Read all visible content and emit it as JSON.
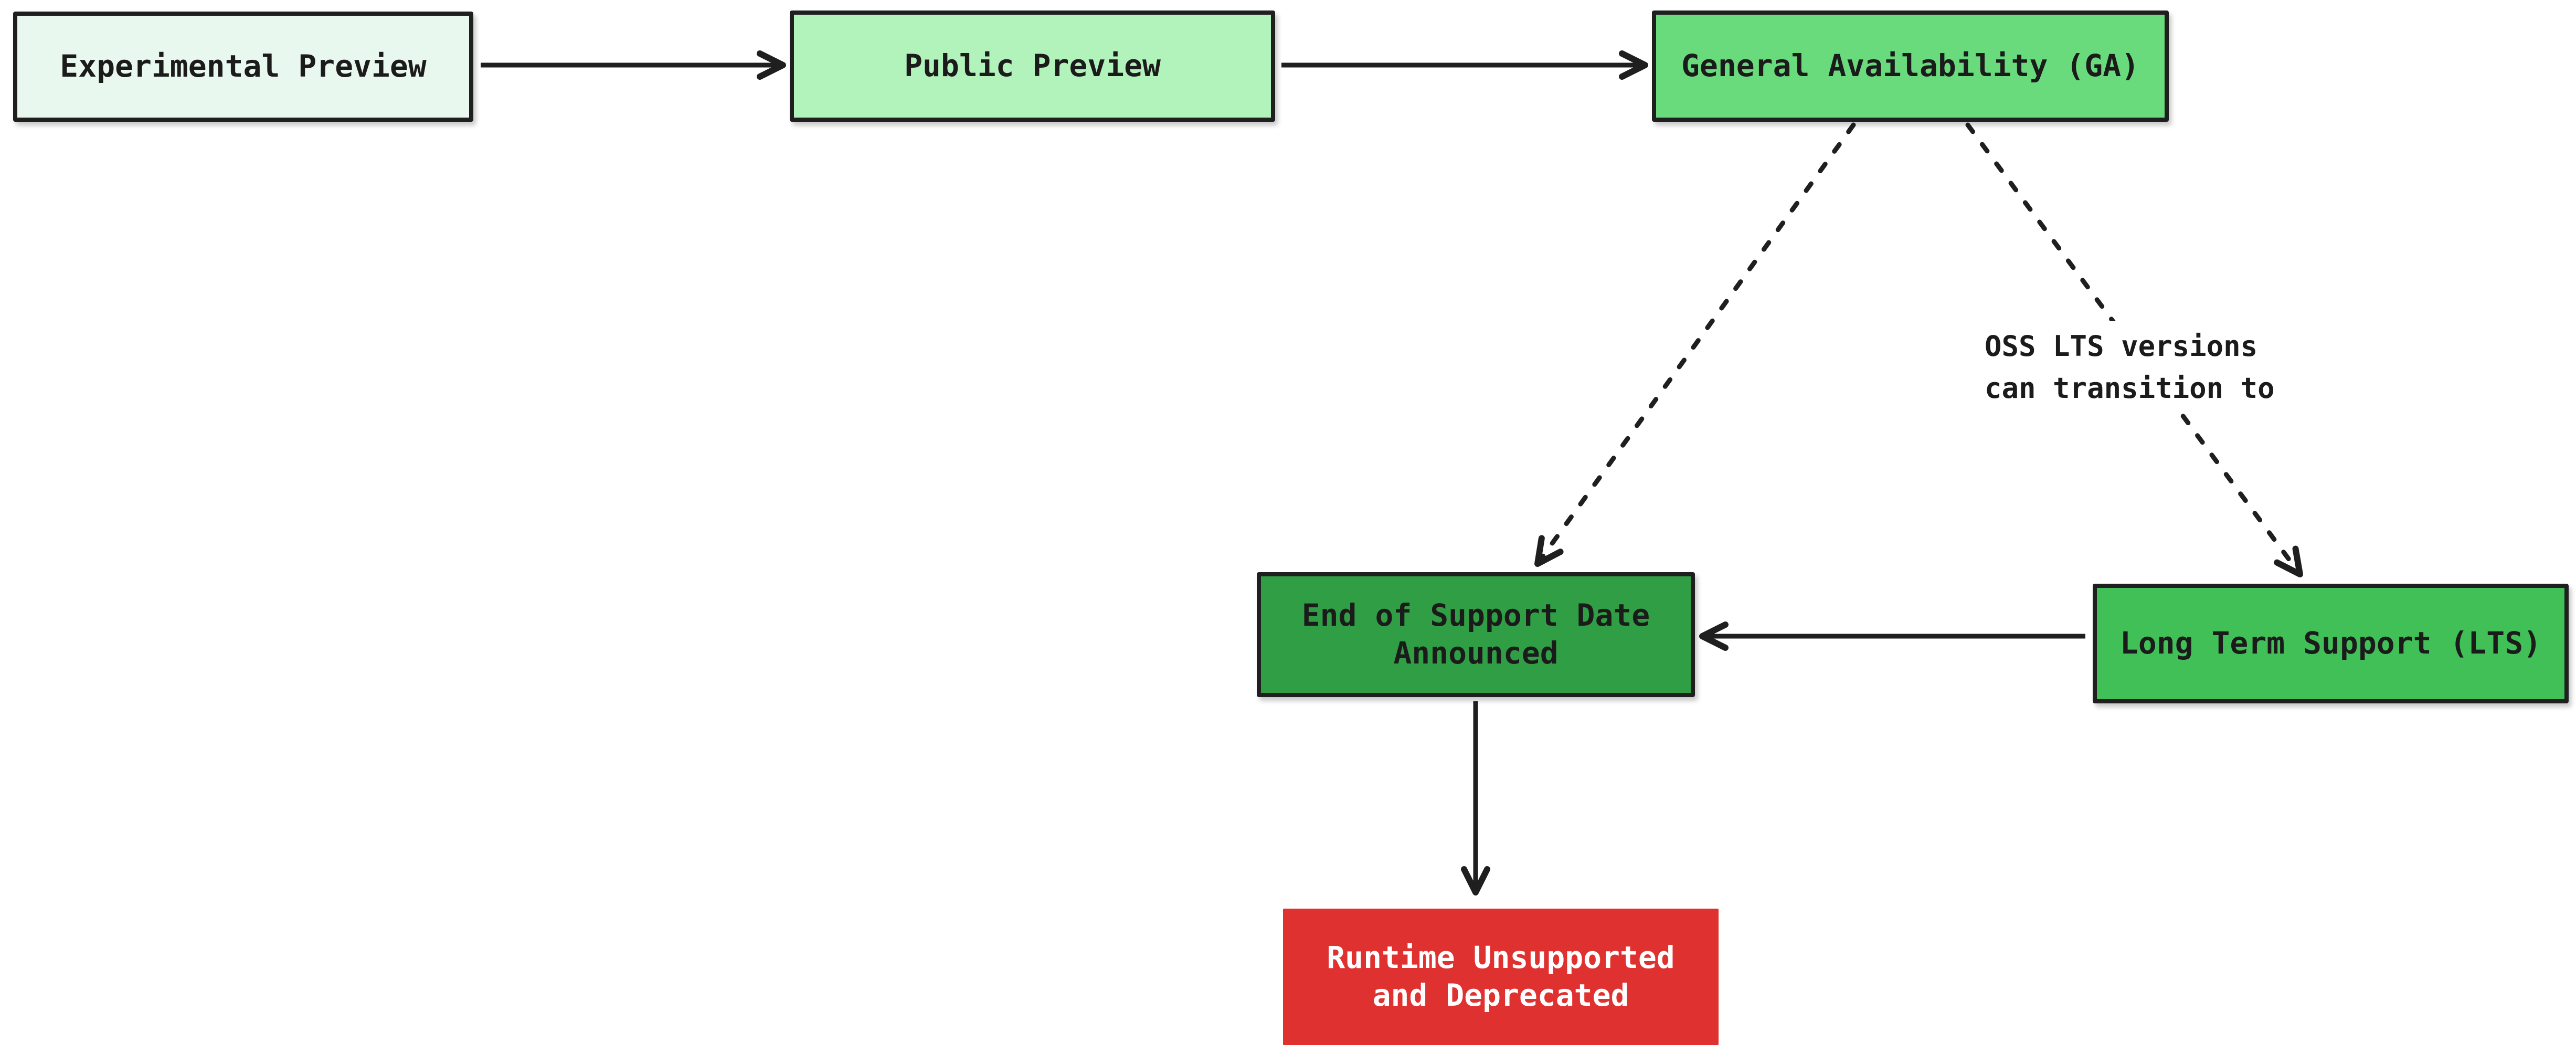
{
  "diagram": {
    "type": "flowchart",
    "background_color": "#ffffff",
    "line_color": "#1f1f1f",
    "nodes": [
      {
        "id": "experimental",
        "label": "Experimental Preview",
        "fill": "#e9f8ee",
        "text_color": "#1b1b1b"
      },
      {
        "id": "public",
        "label": "Public Preview",
        "fill": "#b2f2bb",
        "text_color": "#1b1b1b"
      },
      {
        "id": "ga",
        "label": "General Availability (GA)",
        "fill": "#69db7c",
        "text_color": "#1b1b1b"
      },
      {
        "id": "eos",
        "label": "End of Support Date\nAnnounced",
        "fill": "#2f9e44",
        "text_color": "#1b1b1b"
      },
      {
        "id": "lts",
        "label": "Long Term Support (LTS)",
        "fill": "#40c057",
        "text_color": "#1b1b1b"
      },
      {
        "id": "runtime",
        "label": "Runtime Unsupported\nand Deprecated",
        "fill": "#e03131",
        "text_color": "#ffffff"
      }
    ],
    "edges": [
      {
        "from": "experimental",
        "to": "public",
        "style": "solid",
        "label": ""
      },
      {
        "from": "public",
        "to": "ga",
        "style": "solid",
        "label": ""
      },
      {
        "from": "ga",
        "to": "eos",
        "style": "dashed",
        "label": ""
      },
      {
        "from": "ga",
        "to": "lts",
        "style": "dashed",
        "label": "OSS LTS versions\ncan transition to"
      },
      {
        "from": "lts",
        "to": "eos",
        "style": "solid",
        "label": ""
      },
      {
        "from": "eos",
        "to": "runtime",
        "style": "solid",
        "label": ""
      }
    ]
  }
}
